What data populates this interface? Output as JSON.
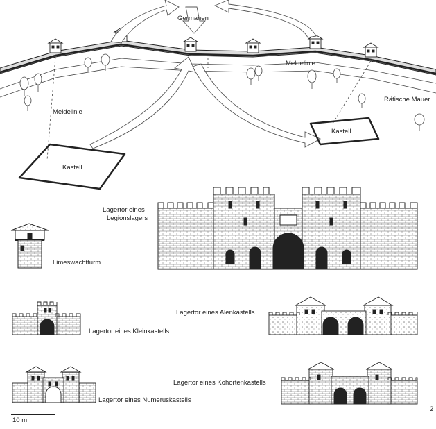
{
  "top_map": {
    "germanen": "Germanen",
    "meldelinie_left": "Meldelinie",
    "meldelinie_right": "Meldelinie",
    "raetische_mauer": "Rätische Mauer",
    "kastell_left": "Kastell",
    "kastell_right": "Kastell"
  },
  "gates": {
    "legion": [
      "Lagertor eines",
      "Legionslagers"
    ],
    "watchtower": "Limeswachtturm",
    "klein": "Lagertor eines Kleinkastells",
    "alen": "Lagertor eines Alenkastells",
    "kohorten": "Lagertor eines Kohortenkastells",
    "numerus": "Lagertor eines Numeruskastells"
  },
  "scale": {
    "label": "10 m"
  },
  "page_number": "2"
}
